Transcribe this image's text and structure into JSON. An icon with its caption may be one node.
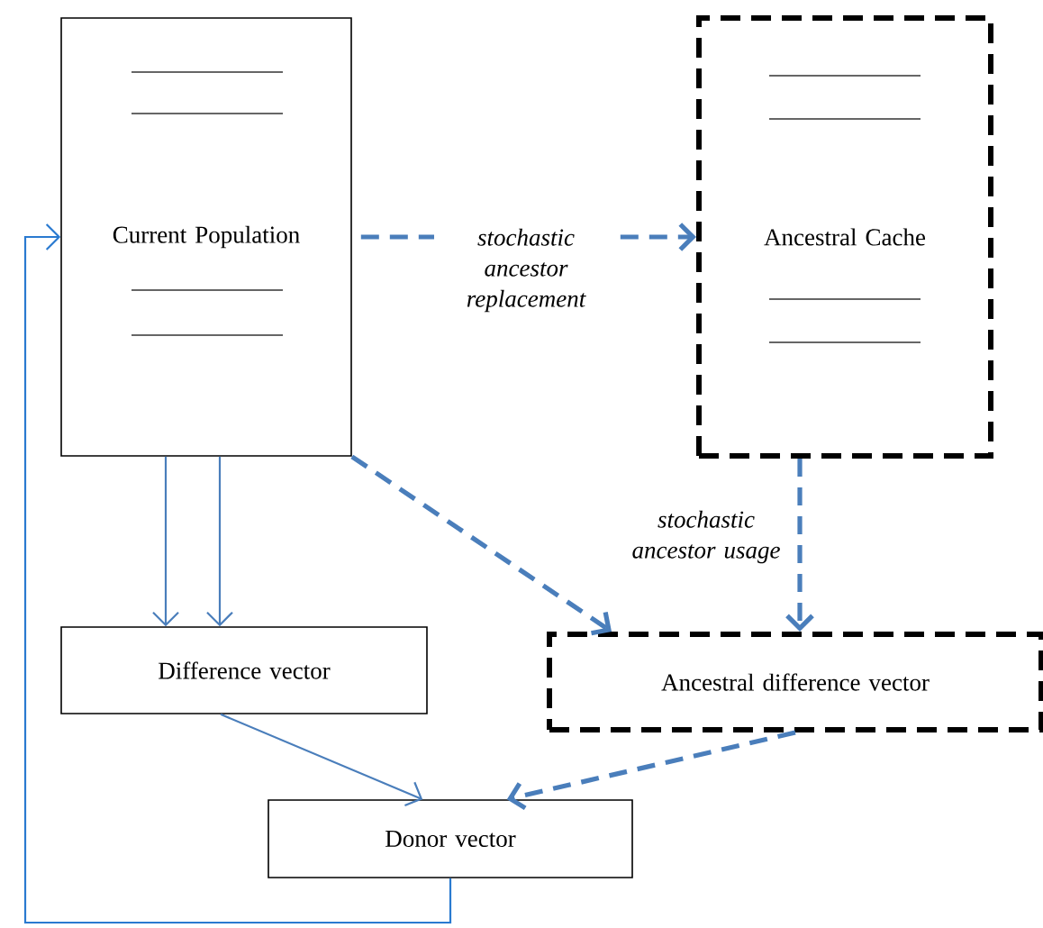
{
  "diagram": {
    "nodes": [
      {
        "text": [
          "Current Population"
        ]
      },
      {
        "text": [
          "Ancestral Cache"
        ]
      },
      {
        "text": [
          "Difference vector"
        ]
      },
      {
        "text": [
          "Ancestral difference vector"
        ]
      },
      {
        "text": [
          "Donor vector"
        ]
      }
    ],
    "edges": [
      {
        "from": 0,
        "to": 1,
        "arrow": "to",
        "style": "dashed",
        "label": "stochastic ancestor replacement"
      },
      {
        "from": 0,
        "to": 2,
        "arrow": "to"
      },
      {
        "from": 0,
        "to": 2,
        "arrow": "to"
      },
      {
        "from": 0,
        "to": 3,
        "arrow": "to",
        "style": "dashed"
      },
      {
        "from": 1,
        "to": 3,
        "arrow": "to",
        "style": "dashed",
        "label": "stochastic ancestor usage"
      },
      {
        "from": 2,
        "to": 4,
        "arrow": "to"
      },
      {
        "from": 3,
        "to": 4,
        "arrow": "to",
        "style": "dashed"
      },
      {
        "from": 4,
        "to": 0,
        "arrow": "to",
        "color": "#2a7ad0"
      }
    ]
  }
}
